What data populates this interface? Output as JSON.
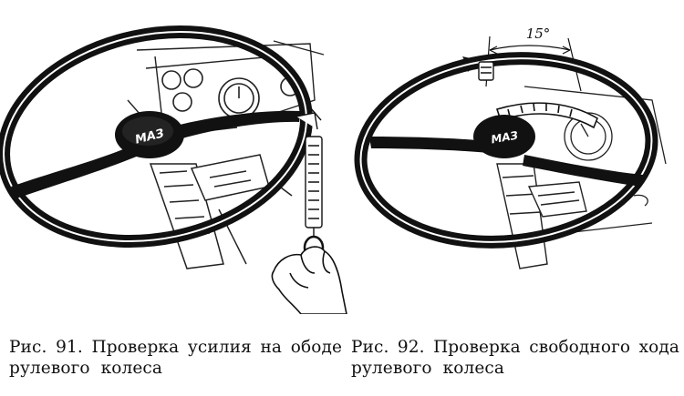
{
  "figures": [
    {
      "id": "fig-91",
      "logo": "МАЗ",
      "caption": {
        "line1_words": [
          "Рис.",
          "91.",
          "Проверка",
          "усилия",
          "на",
          "ободе"
        ],
        "line2": "рулевого колеса"
      }
    },
    {
      "id": "fig-92",
      "logo": "МАЗ",
      "angle_label": "15°",
      "caption": {
        "line1_words": [
          "Рис.",
          "92.",
          "Проверка",
          "свободного",
          "хода"
        ],
        "line2": "рулевого колеса"
      }
    }
  ]
}
